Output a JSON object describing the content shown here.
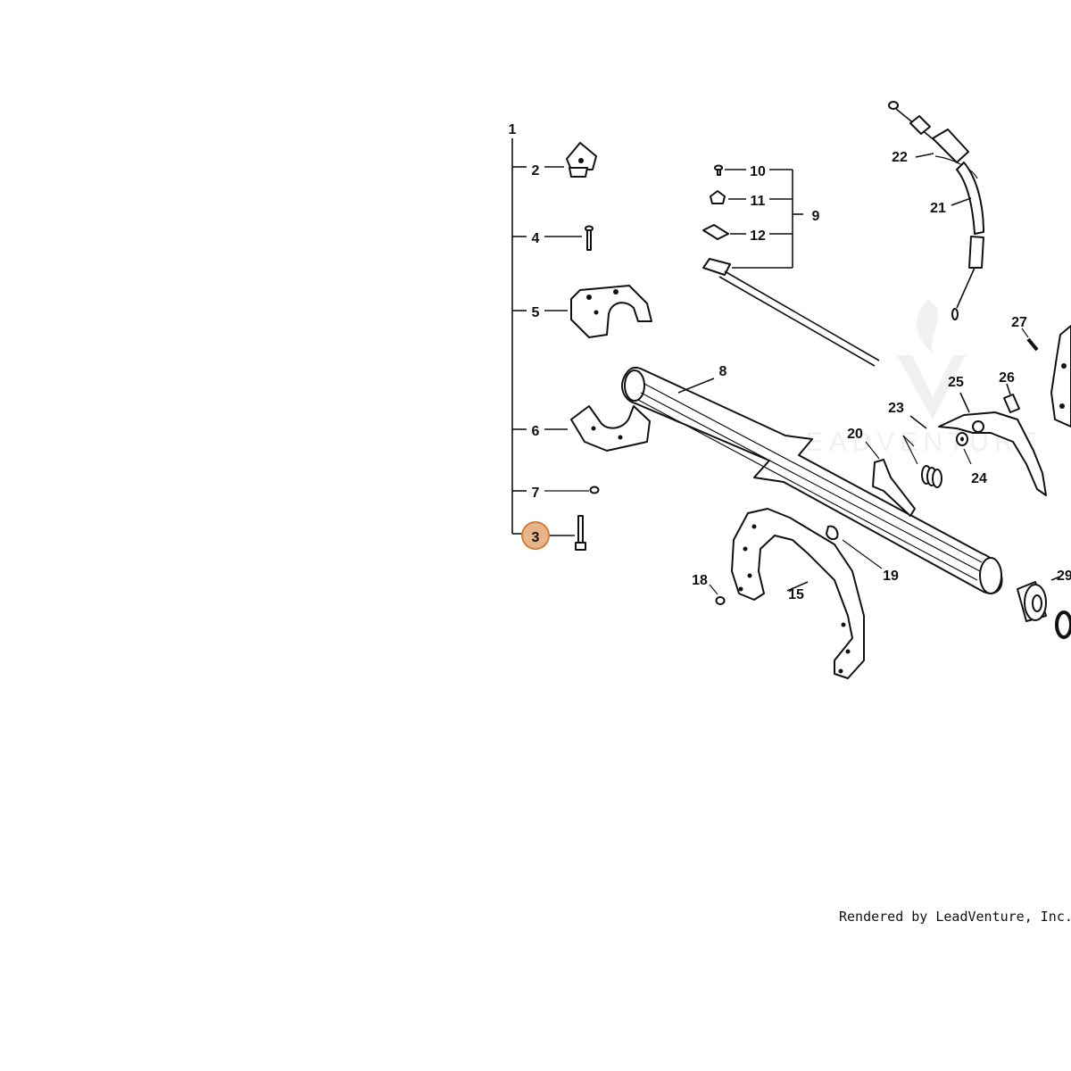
{
  "labels": {
    "p1": "1",
    "p2": "2",
    "p3": "3",
    "p4": "4",
    "p5": "5",
    "p6": "6",
    "p7": "7",
    "p8": "8",
    "p9": "9",
    "p10": "10",
    "p11": "11",
    "p12": "12",
    "p15": "15",
    "p18": "18",
    "p19": "19",
    "p20": "20",
    "p21": "21",
    "p22": "22",
    "p23": "23",
    "p24": "24",
    "p25": "25",
    "p26": "26",
    "p27": "27",
    "p29": "29"
  },
  "highlighted_part": "3",
  "highlight_color": "#e8b48a",
  "highlight_border_color": "#d08040",
  "watermark_text": "LEADVENTURE",
  "credit": "Rendered by LeadVenture, Inc."
}
